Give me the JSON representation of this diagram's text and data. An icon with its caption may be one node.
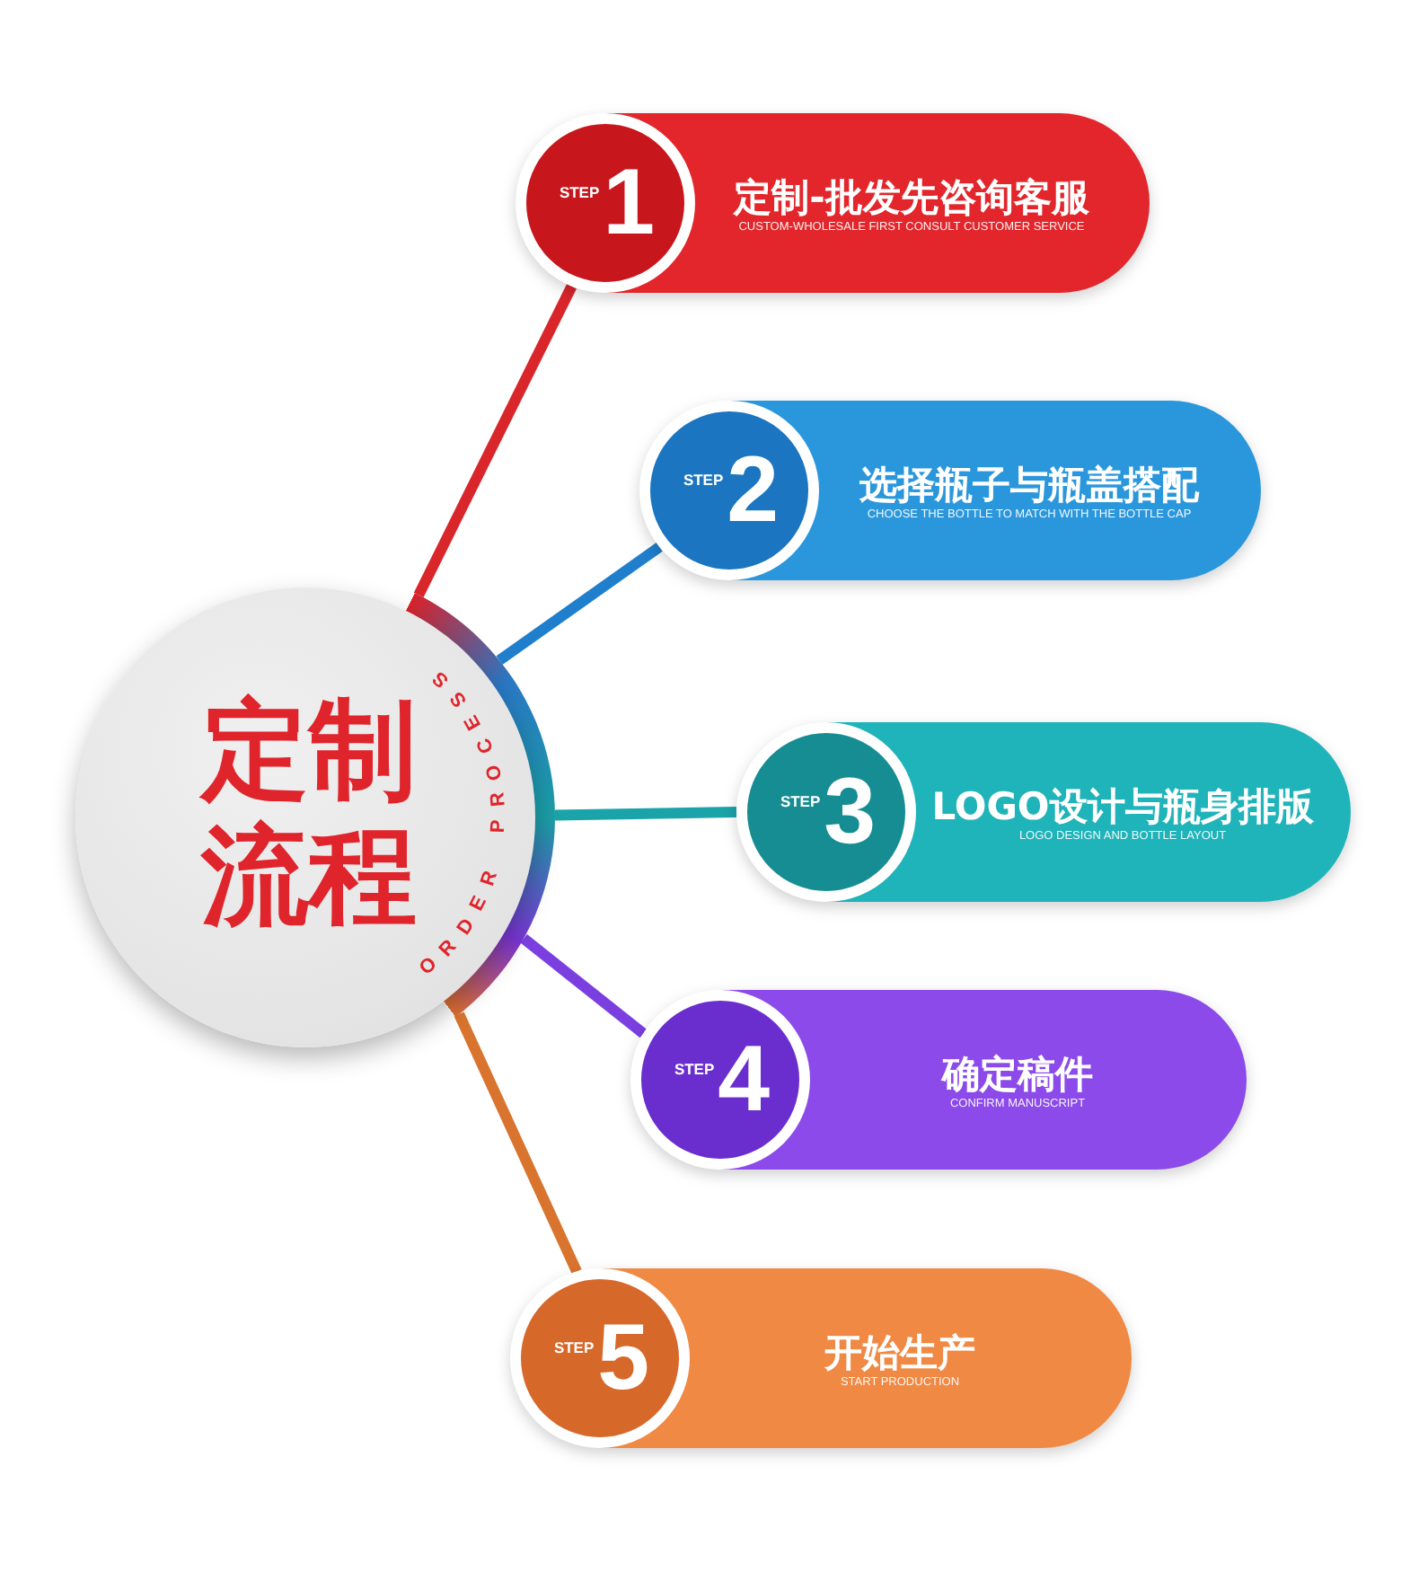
{
  "diagram": {
    "nodes": [
      {
        "text": [
          "定制流程",
          "ORDER PROCESS"
        ]
      },
      {
        "text": [
          "STEP",
          "1",
          "定制-批发先咨询客服",
          "CUSTOM-WHOLESALE FIRST CONSULT CUSTOMER SERVICE"
        ]
      },
      {
        "text": [
          "STEP",
          "2",
          "选择瓶子与瓶盖搭配",
          "CHOOSE THE BOTTLE TO MATCH WITH THE BOTTLE CAP"
        ]
      },
      {
        "text": [
          "STEP",
          "3",
          "LOGO设计与瓶身排版",
          "LOGO DESIGN AND BOTTLE LAYOUT"
        ]
      },
      {
        "text": [
          "STEP",
          "4",
          "确定稿件",
          "CONFIRM MANUSCRIPT"
        ]
      },
      {
        "text": [
          "STEP",
          "5",
          "开始生产",
          "START PRODUCTION"
        ]
      }
    ],
    "edges": [
      {
        "from": 0,
        "to": 1,
        "arrow": "none",
        "color": "#d9262b"
      },
      {
        "from": 0,
        "to": 2,
        "arrow": "none",
        "color": "#1f7fcc"
      },
      {
        "from": 0,
        "to": 3,
        "arrow": "none",
        "color": "#1aa3a8"
      },
      {
        "from": 0,
        "to": 4,
        "arrow": "none",
        "color": "#7b3fe0"
      },
      {
        "from": 0,
        "to": 5,
        "arrow": "none",
        "color": "#d9742f"
      }
    ]
  }
}
